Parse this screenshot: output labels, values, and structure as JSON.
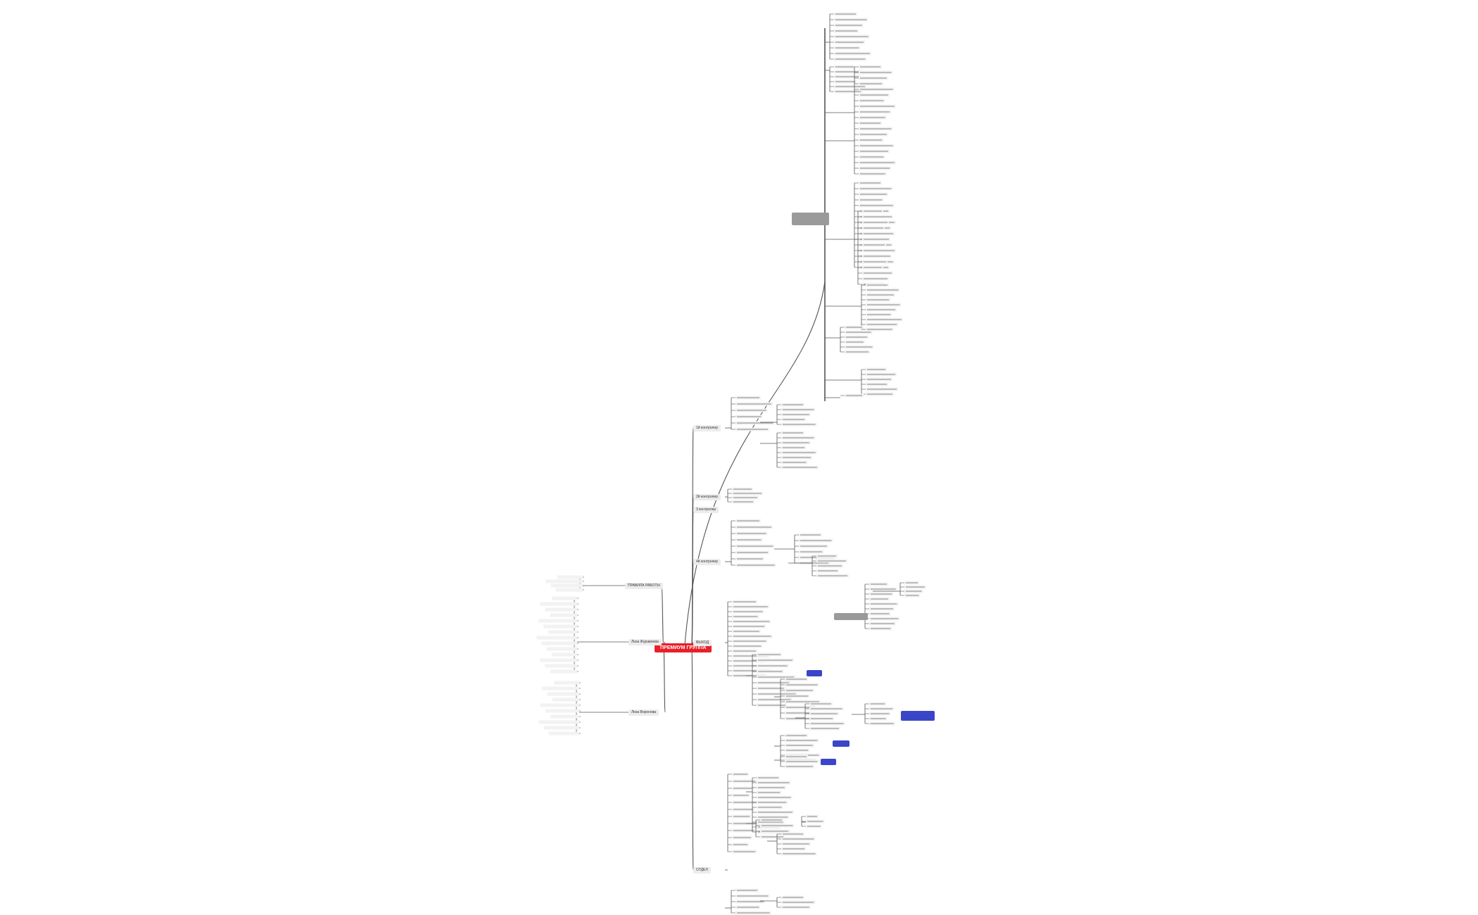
{
  "root": {
    "label": "ПРЕМИУМ ГРУППА",
    "color": "#e8202a"
  },
  "right_branches": [
    {
      "label": "1й контролер"
    },
    {
      "label": "2й контролер"
    },
    {
      "label": "3 контролер"
    },
    {
      "label": "4й контролер"
    },
    {
      "label": "ВЫХОД"
    },
    {
      "label": "ОТДЕЛ"
    }
  ],
  "left_branches": [
    {
      "label": "ПРАВИЛА РАБОТЫ"
    },
    {
      "label": "Лиза Журавлева"
    },
    {
      "label": "Лиза Воронова"
    }
  ],
  "colors": {
    "line": "#555555",
    "leaf_bg": "#f2f2f2",
    "highlight_blue": "#3a45c8",
    "highlight_gray": "#9a9a9a"
  }
}
